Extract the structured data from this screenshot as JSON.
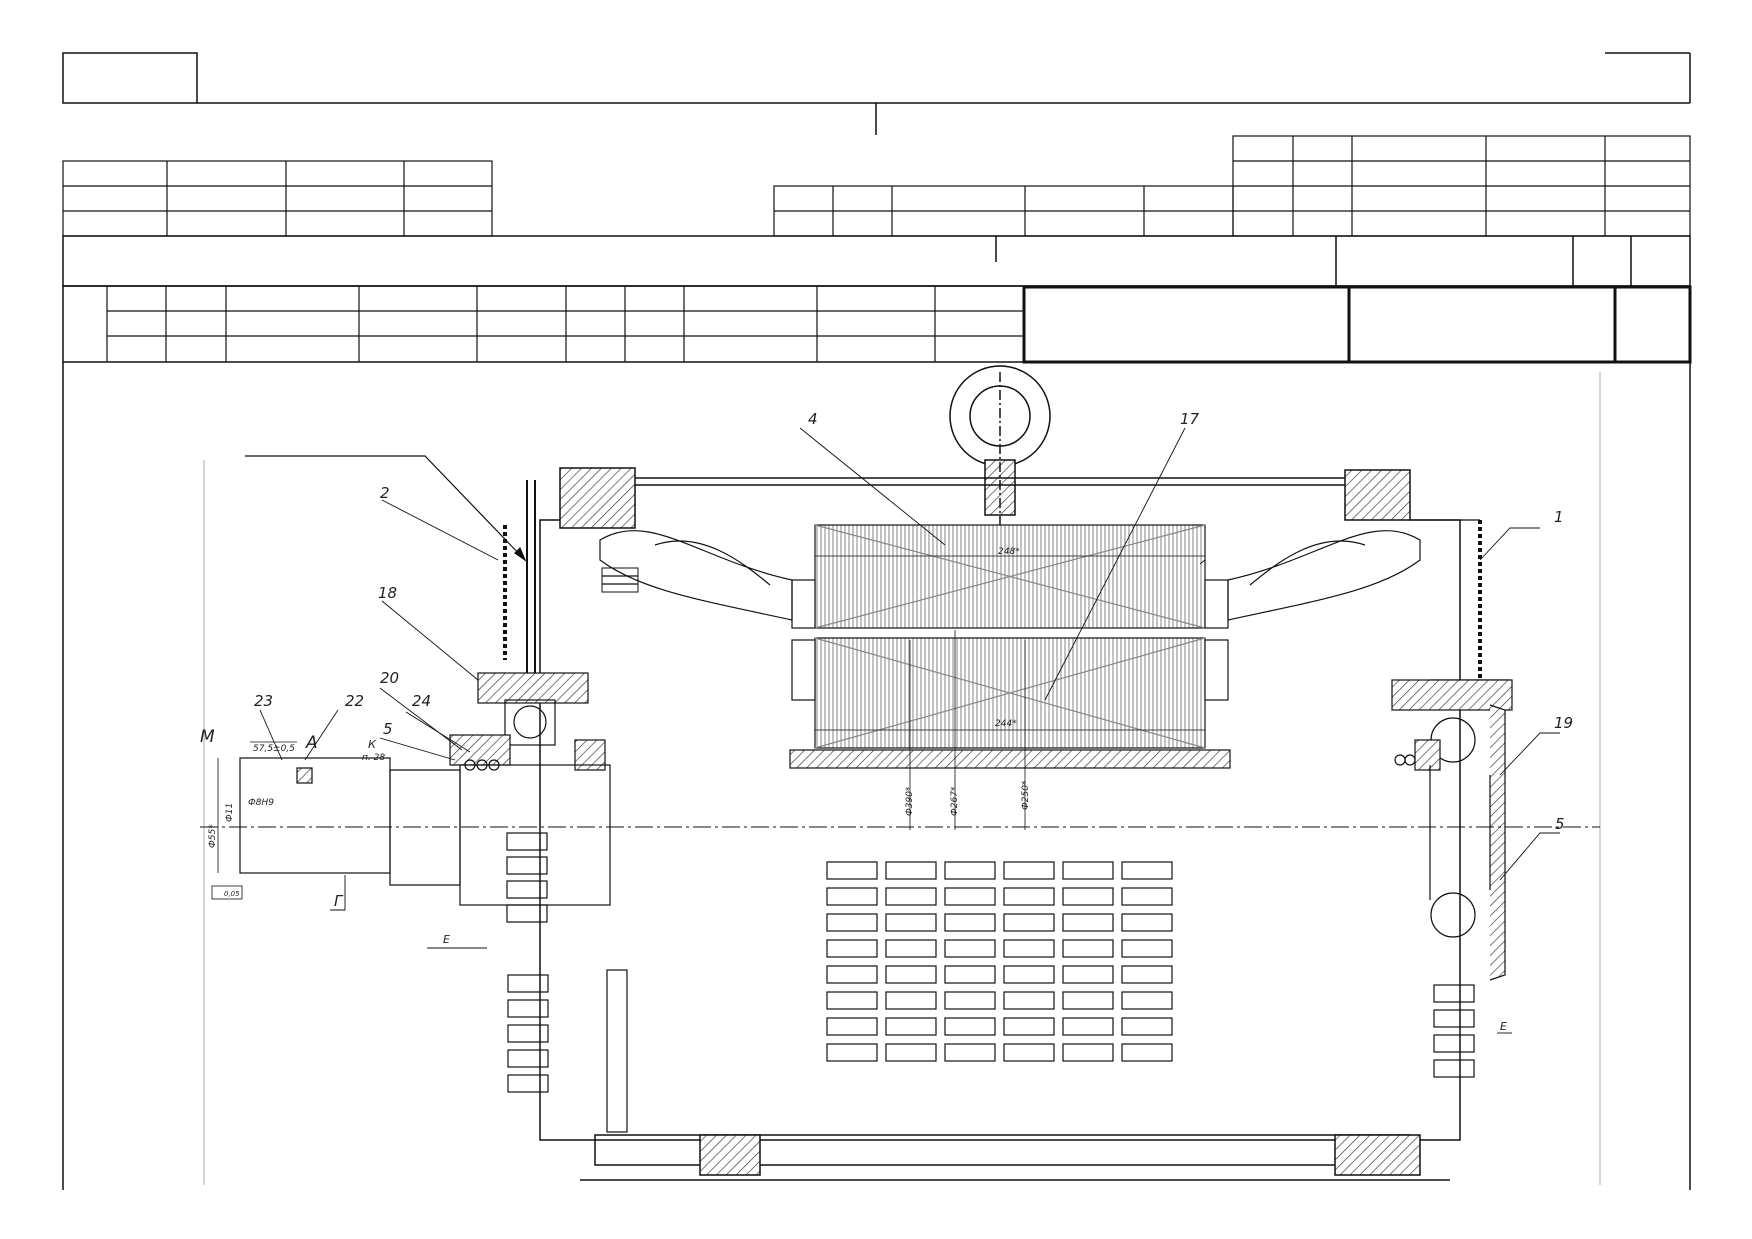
{
  "drawing": {
    "labels": {
      "p1": "1",
      "p2": "2",
      "p4": "4",
      "p5a": "5",
      "p5b": "5",
      "p17": "17",
      "p18": "18",
      "p19": "19",
      "p20": "20",
      "p22": "22",
      "p23": "23",
      "p24": "24",
      "m": "М",
      "a": "А",
      "g": "Г",
      "e_left": "Е",
      "e_right": "Е",
      "k": "К",
      "k_sub": "п. 28"
    },
    "dimensions": {
      "len_stator": "248*",
      "len_rotor": "244*",
      "dia_390": "Ф390*",
      "dia_267": "Ф267*",
      "dia_250": "Ф250*",
      "dia_55": "Ф55*",
      "fit": "Ф11",
      "key": "Ф8Н9",
      "dist": "57,5±0,5",
      "runout": "0,05"
    }
  }
}
